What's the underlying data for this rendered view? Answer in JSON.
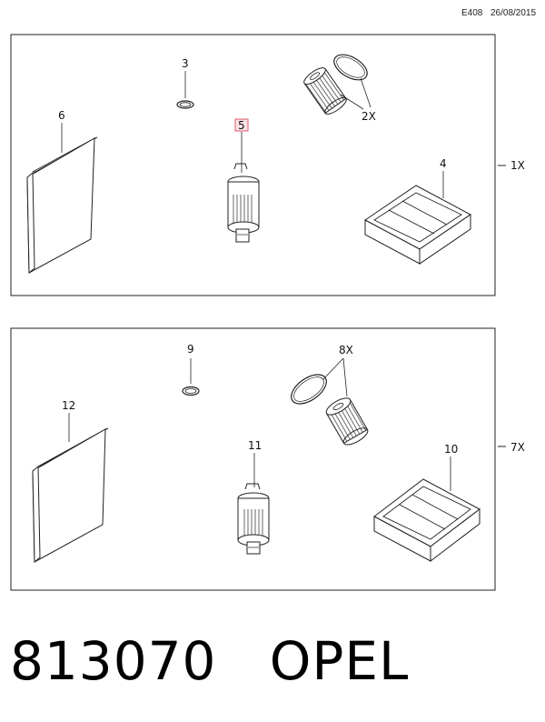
{
  "header": {
    "code": "E408",
    "date": "26/08/2015"
  },
  "panels": [
    {
      "quantity": "1X",
      "parts": [
        {
          "num": "3",
          "icon": "o-ring-seal-icon"
        },
        {
          "num": "2X",
          "icon": "oil-filter-with-seal-icon"
        },
        {
          "num": "6",
          "icon": "cabin-filter-icon"
        },
        {
          "num": "5",
          "icon": "fuel-filter-icon",
          "highlight": "#e05a6a"
        },
        {
          "num": "4",
          "icon": "air-filter-icon"
        }
      ]
    },
    {
      "quantity": "7X",
      "parts": [
        {
          "num": "9",
          "icon": "o-ring-seal-icon"
        },
        {
          "num": "8X",
          "icon": "oil-filter-with-seal-icon"
        },
        {
          "num": "12",
          "icon": "cabin-filter-icon"
        },
        {
          "num": "11",
          "icon": "fuel-filter-icon"
        },
        {
          "num": "10",
          "icon": "air-filter-icon"
        }
      ]
    }
  ],
  "footer": {
    "part_number": "813070",
    "brand": "OPEL"
  }
}
